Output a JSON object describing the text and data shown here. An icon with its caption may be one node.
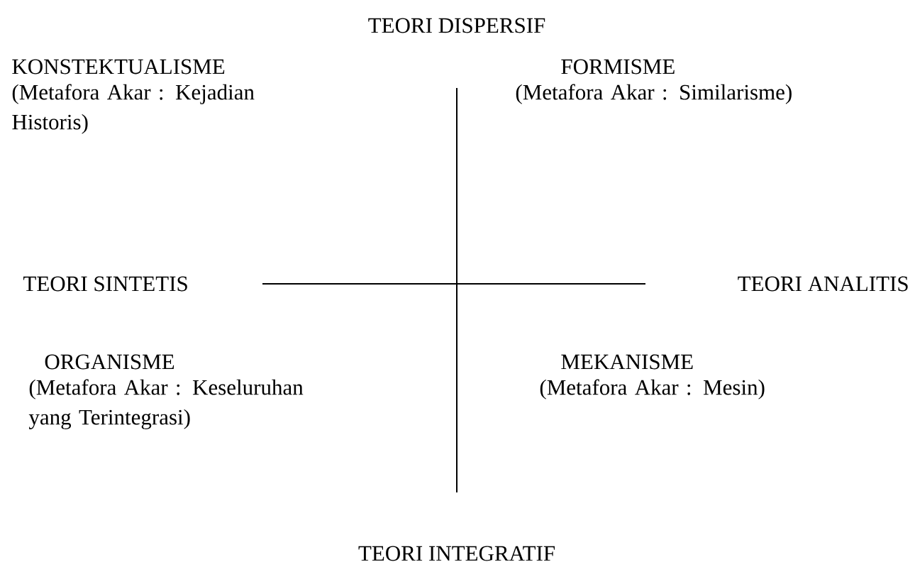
{
  "diagram": {
    "labels": [
      "TEORI DISPERSIF",
      "KONSTEKTUALISME",
      "(Metafora Akar : Kejadian Historis)",
      "FORMISME",
      "(Metafora Akar : Similarisme)",
      "TEORI SINTETIS",
      "TEORI ANALITIS",
      "ORGANISME",
      "(Metafora Akar : Keseluruhan yang Terintegrasi)",
      "MEKANISME",
      "(Metafora Akar : Mesin)",
      "TEORI INTEGRATIF"
    ]
  }
}
